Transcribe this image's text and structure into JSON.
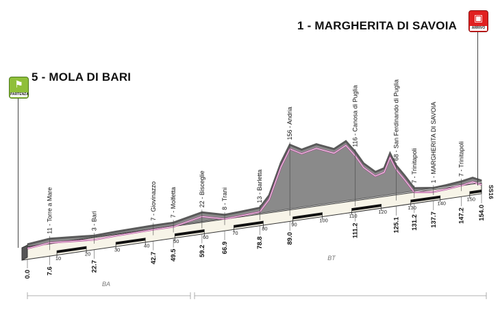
{
  "start": {
    "number": "5",
    "name": "MOLA DI BARI",
    "badge_caption": "PARTENZA",
    "badge_color": "#8fbf3a"
  },
  "finish": {
    "number": "1",
    "name": "MARGHERITA DI SAVOIA",
    "badge_caption": "ARRIVO",
    "badge_color": "#e02020"
  },
  "places": [
    {
      "label": "11 - Torre a Mare",
      "km": 7.6
    },
    {
      "label": "3 - Bari",
      "km": 22.7
    },
    {
      "label": "7 - Giovinazzo",
      "km": 42.7
    },
    {
      "label": "7 - Molfetta",
      "km": 49.5
    },
    {
      "label": "22 - Bisceglie",
      "km": 59.2
    },
    {
      "label": "8 - Trani",
      "km": 66.9
    },
    {
      "label": "13 - Barletta",
      "km": 78.8
    },
    {
      "label": "156 - Andria",
      "km": 89.0
    },
    {
      "label": "116 - Canosa di Puglia",
      "km": 111.2
    },
    {
      "label": "68 - San Ferdinando di Puglia",
      "km": 125.1
    },
    {
      "label": "7 - Trinitapoli",
      "km": 131.2
    },
    {
      "label": "1 - MARGHERITA DI SAVOIA",
      "km": 137.7
    },
    {
      "label": "7 - Trinitapoli",
      "km": 147.2
    }
  ],
  "distance_ticks": [
    "10",
    "20",
    "30",
    "40",
    "50",
    "60",
    "70",
    "80",
    "90",
    "100",
    "110",
    "120",
    "130",
    "140",
    "150"
  ],
  "km_labels": [
    "0.0",
    "7.6",
    "22.7",
    "42.7",
    "49.5",
    "59.2",
    "66.9",
    "78.8",
    "89.0",
    "111.2",
    "125.1",
    "131.2",
    "137.7",
    "147.2",
    "154.0"
  ],
  "province_labels": [
    "BA",
    "BT"
  ],
  "road_label": "SS16",
  "colors": {
    "ridge": "#b64a9a",
    "fill": "#f7f4e8",
    "wall": "#8a8a8a",
    "top": "#5a5a5a"
  },
  "chart_data": {
    "type": "area",
    "xlabel": "",
    "ylabel": "",
    "x_range": [
      0,
      154.0
    ],
    "series": [
      {
        "x": [
          0,
          7.6,
          15,
          22.7,
          30,
          42.7,
          49.5,
          59.2,
          66.9,
          72,
          78.8,
          82,
          86,
          89.0,
          93,
          98,
          104,
          108,
          111.2,
          114,
          118,
          121,
          123,
          125.1,
          128,
          131.2,
          137.7,
          142,
          147.2,
          151,
          154.0
        ],
        "values": [
          5,
          11,
          7,
          3,
          5,
          7,
          7,
          22,
          8,
          10,
          13,
          40,
          115,
          156,
          140,
          148,
          130,
          145,
          116,
          85,
          60,
          66,
          100,
          68,
          40,
          7,
          1,
          3,
          7,
          12,
          2
        ]
      }
    ]
  }
}
